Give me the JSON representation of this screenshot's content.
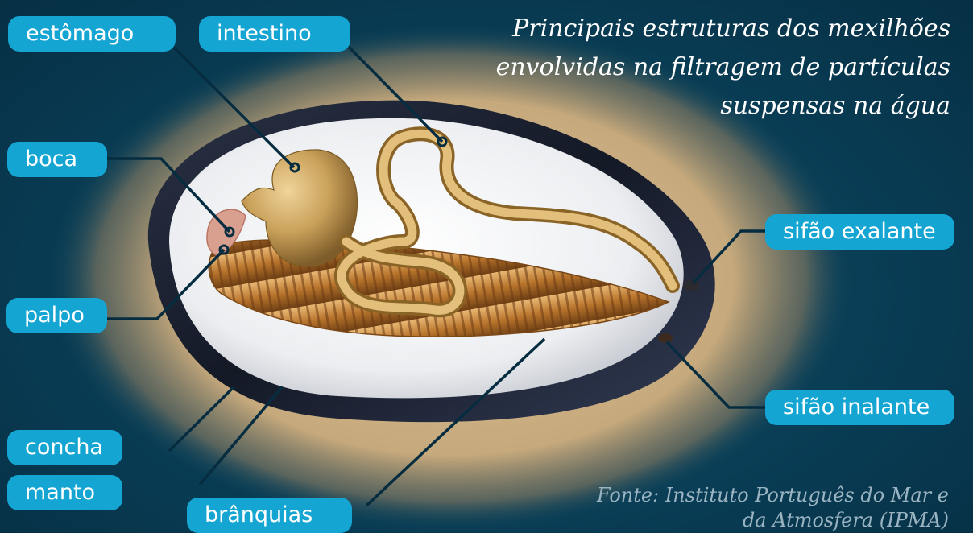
{
  "title": "Principais estruturas dos mexilhões envolvidas na filtragem de partículas suspensas na água",
  "source": "Fonte: Instituto Português do Mar e da Atmosfera (IPMA)",
  "labels": {
    "estomago": "estômago",
    "intestino": "intestino",
    "boca": "boca",
    "palpo": "palpo",
    "concha": "concha",
    "manto": "manto",
    "branquias": "brânquias",
    "sifao_exalante": "sifão exalante",
    "sifao_inalante": "sifão inalante"
  },
  "colors": {
    "background": "#093e56",
    "label_fill": "#15a5d2",
    "leader_line": "#062c40",
    "sand": "#cdb48a",
    "shell": "#1a1f2e",
    "mantle": "#eef0f2",
    "organ": "#c9a15a",
    "gill": "#b9772e"
  }
}
